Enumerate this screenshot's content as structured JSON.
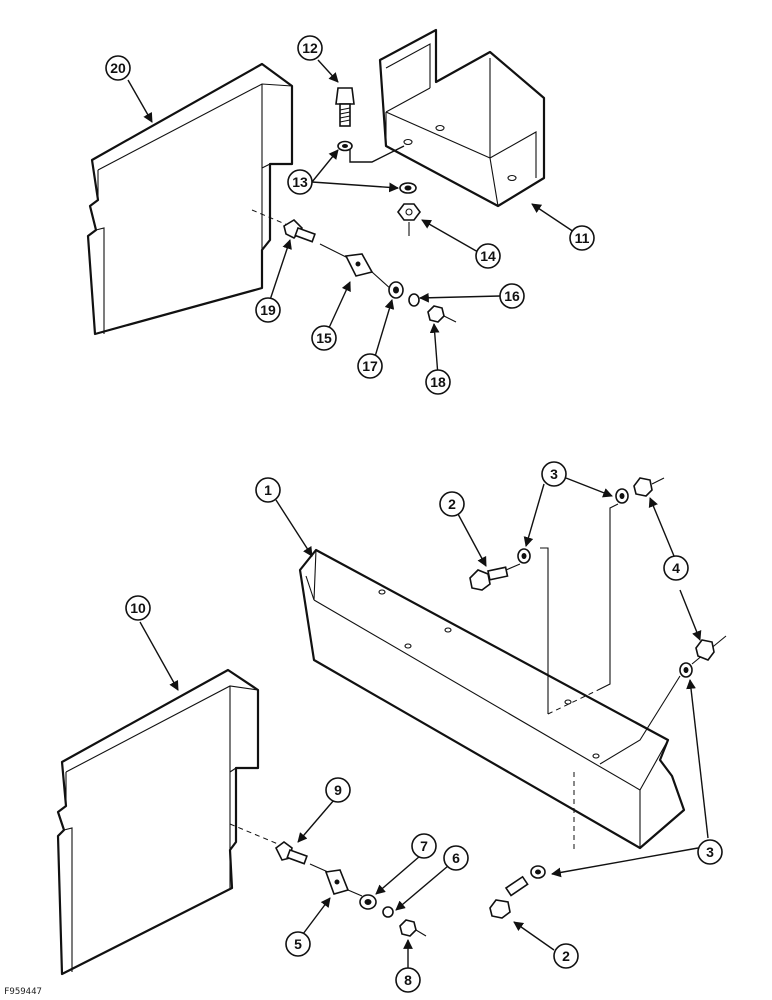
{
  "figure_id": "F959447",
  "callouts": {
    "c1": "1",
    "c2a": "2",
    "c2b": "2",
    "c3a": "3",
    "c3b": "3",
    "c4": "4",
    "c5": "5",
    "c6": "6",
    "c7": "7",
    "c8": "8",
    "c9": "9",
    "c10": "10",
    "c11": "11",
    "c12": "12",
    "c13": "13",
    "c14": "14",
    "c15": "15",
    "c16": "16",
    "c17": "17",
    "c18": "18",
    "c19": "19",
    "c20": "20"
  },
  "colors": {
    "ink": "#111111",
    "paper": "#ffffff"
  }
}
